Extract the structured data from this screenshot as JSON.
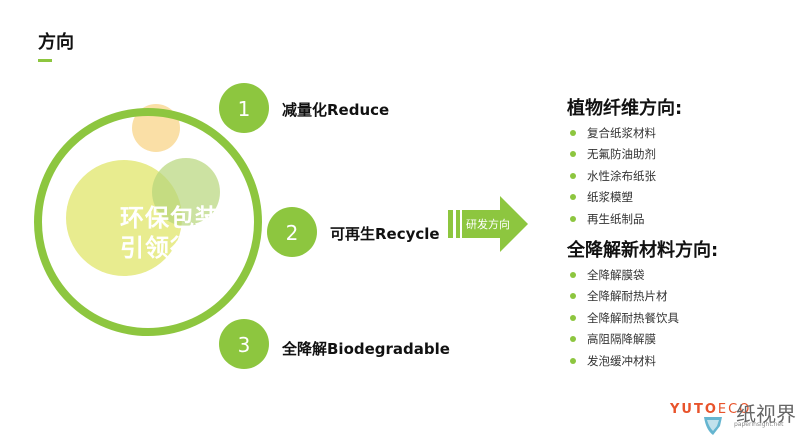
{
  "page_title": "方向",
  "center_text": {
    "line1": "环保包装",
    "line2": "引领行业"
  },
  "steps": [
    {
      "number": "1",
      "label": "减量化Reduce"
    },
    {
      "number": "2",
      "label": "可再生Recycle"
    },
    {
      "number": "3",
      "label": "全降解Biodegradable"
    }
  ],
  "arrow_label": "研发方向",
  "sections": [
    {
      "title": "植物纤维方向:",
      "items": [
        "复合纸浆材料",
        "无氟防油助剂",
        "水性涂布纸张",
        "纸浆模塑",
        "再生纸制品"
      ]
    },
    {
      "title": "全降解新材料方向:",
      "items": [
        "全降解膜袋",
        "全降解耐热片材",
        "全降解耐热餐饮具",
        "高阻隔降解膜",
        "发泡缓冲材料"
      ]
    }
  ],
  "brand": {
    "name_1": "YUTO",
    "name_2": "ECO",
    "name_3": "纸视界",
    "url": "paperinsight.net"
  },
  "colors": {
    "accent": "#8dc63f",
    "light_green": "#e8ec8f",
    "peach": "#f9dc9c",
    "brand_red": "#e8532b"
  }
}
